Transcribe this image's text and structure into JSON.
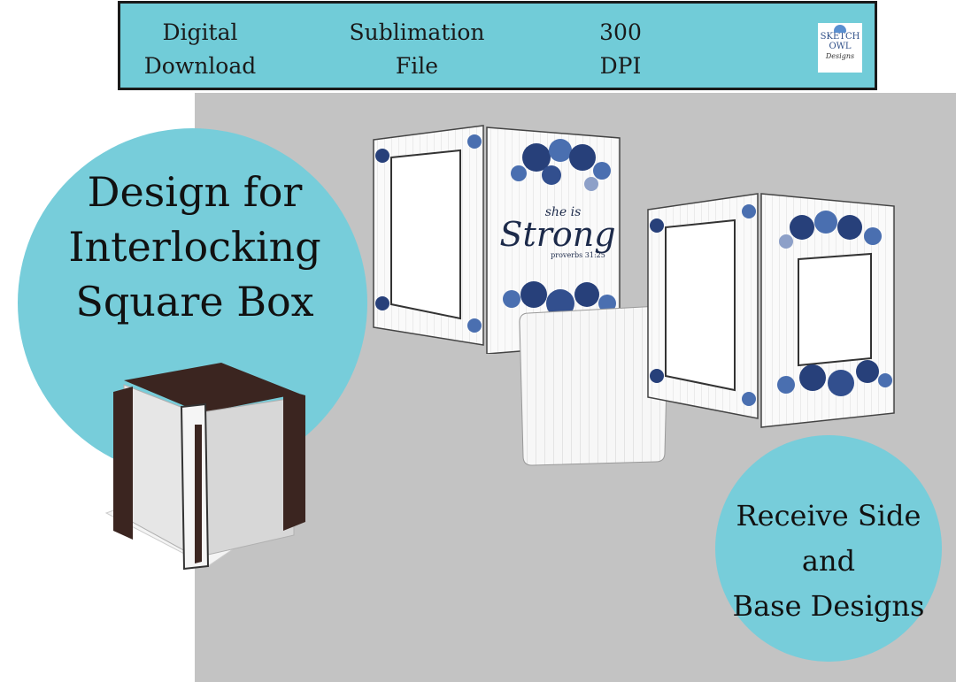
{
  "banner": {
    "items": [
      {
        "line1": "Digital",
        "line2": "Download"
      },
      {
        "line1": "Sublimation",
        "line2": "File"
      },
      {
        "line1": "300",
        "line2": "DPI"
      }
    ],
    "logo": {
      "line1": "SKETCH",
      "line2": "OWL",
      "line3": "Designs"
    }
  },
  "main_title": {
    "line1": "Design for",
    "line2": "Interlocking",
    "line3": "Square Box"
  },
  "secondary_title": {
    "line1": "Receive Side",
    "line2": "and",
    "line3": "Base Designs"
  },
  "panel_text": {
    "she_is": "she is",
    "strong": "Strong",
    "verse": "proverbs 31:25"
  },
  "colors": {
    "accent": "#77cdda",
    "gray_panel": "#c3c3c3",
    "rose_navy": "#27407a",
    "rose_blue": "#4a6fb0",
    "box_wood": "#3b2520"
  }
}
